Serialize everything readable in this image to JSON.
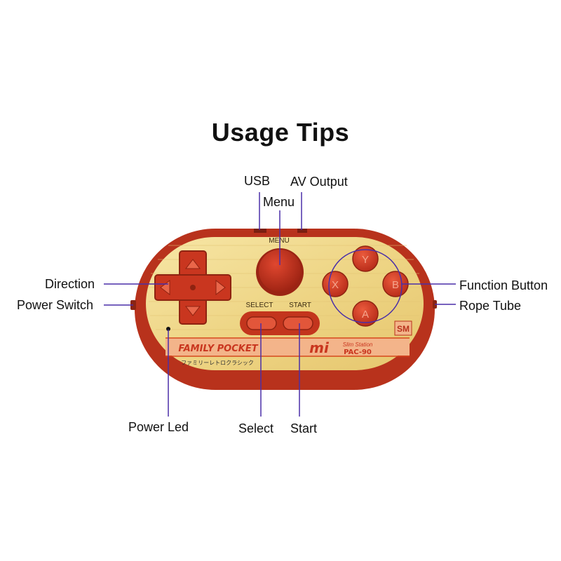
{
  "title": "Usage Tips",
  "callouts": {
    "usb": "USB",
    "av_output": "AV Output",
    "menu": "Menu",
    "direction": "Direction",
    "power_switch": "Power Switch",
    "function_button": "Function Button",
    "rope_tube": "Rope Tube",
    "power_led": "Power Led",
    "select": "Select",
    "start": "Start"
  },
  "device": {
    "menu_label": "MENU",
    "select_label": "SELECT",
    "start_label": "START",
    "button_y": "Y",
    "button_x": "X",
    "button_b": "B",
    "button_a": "A",
    "brand_banner": "FAMILY POCKET",
    "japanese_text": "ファミリーレトロクラシック",
    "model_logo": "mi",
    "model_sub": "Slim Station",
    "model_name": "PAC-90",
    "badge": "SM"
  },
  "colors": {
    "shell": "#b8321c",
    "faceplate": "#f0d98a",
    "button": "#d8402a",
    "leader": "#4a2fa8",
    "banner": "#f3b48a"
  }
}
